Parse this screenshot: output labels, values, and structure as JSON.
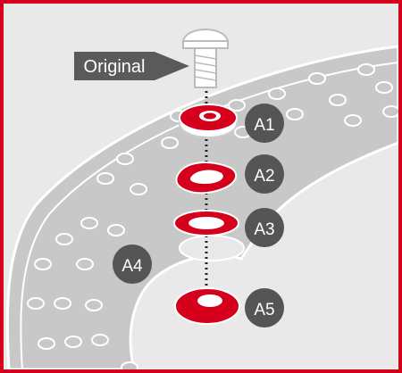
{
  "labels": {
    "original": "Original",
    "a1": "A1",
    "a2": "A2",
    "a3": "A3",
    "a4": "A4",
    "a5": "A5"
  },
  "colors": {
    "frame": "#d4001c",
    "background": "#e9e9e9",
    "disc": "#c8c8c8",
    "disc_outline": "#ffffff",
    "part_red": "#d4001c",
    "badge": "#555555",
    "original_tag": "#5a5a5a"
  }
}
